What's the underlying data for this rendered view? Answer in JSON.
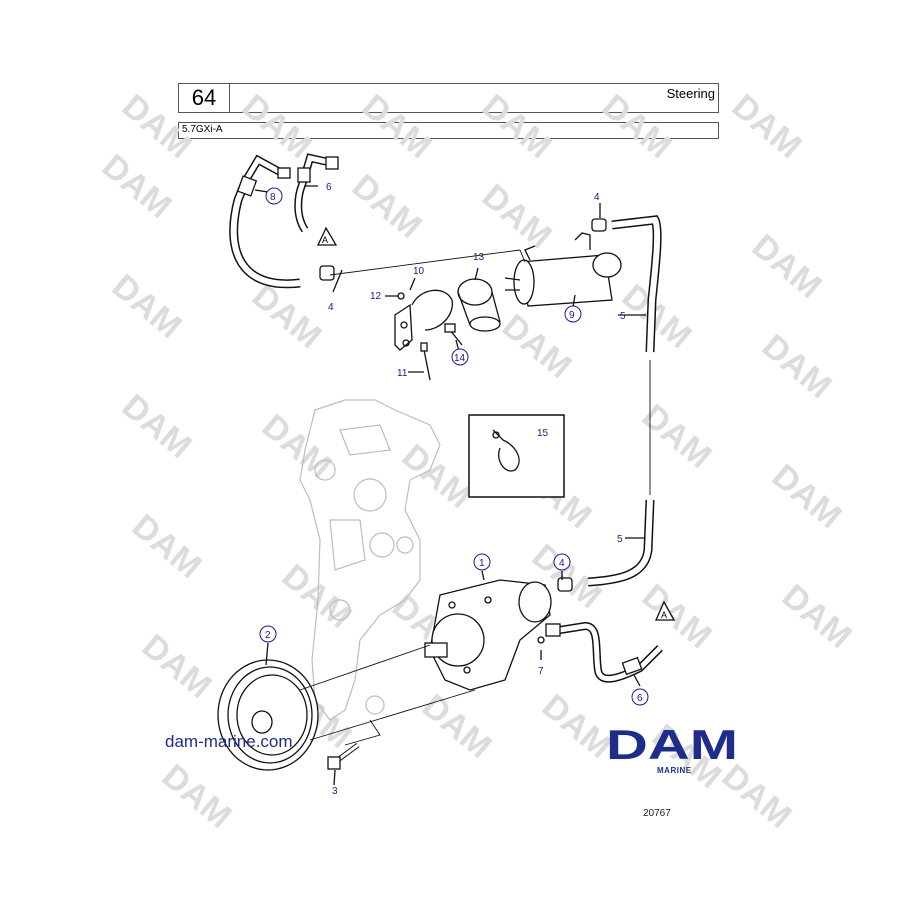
{
  "header": {
    "section_number": "64",
    "title": "Steering",
    "model": "5.7GXi-A"
  },
  "callouts": {
    "c1": "1",
    "c2": "2",
    "c3": "3",
    "c4a": "4",
    "c4b": "4",
    "c4c": "4",
    "c5a": "5",
    "c5b": "5",
    "c6a": "6",
    "c6b": "6",
    "c7": "7",
    "c8": "8",
    "c9": "9",
    "c10": "10",
    "c11": "11",
    "c12": "12",
    "c13": "13",
    "c14": "14",
    "c15": "15"
  },
  "reference_marks": {
    "a_top": "A",
    "a_bottom": "A"
  },
  "watermark_text": "DAM",
  "footer": {
    "website": "dam-marine.com",
    "brand": "DAM",
    "brand_sub": "MARINE",
    "drawing_number": "20767"
  },
  "colors": {
    "callout_blue": "#1a1a8c",
    "brand_blue": "#1f2d8a",
    "watermark": "#d9d9d9",
    "line": "#111111"
  }
}
